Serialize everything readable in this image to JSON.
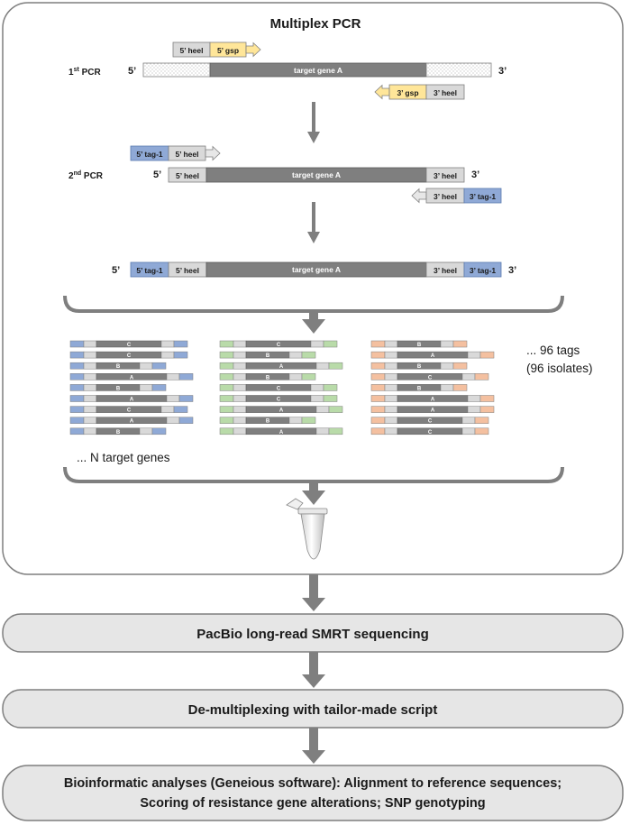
{
  "title": "Multiplex PCR",
  "pcr1": {
    "label_main": "1",
    "label_sup": "st",
    "label_rest": " PCR",
    "end5": "5’",
    "end3": "3’",
    "gene": "target gene A",
    "primer_fwd": {
      "heel": "5’ heel",
      "gsp": "5’ gsp"
    },
    "primer_rev": {
      "gsp": "3’ gsp",
      "heel": "3’ heel"
    }
  },
  "pcr2": {
    "label_main": "2",
    "label_sup": "nd",
    "label_rest": " PCR",
    "end5": "5’",
    "end3": "3’",
    "heel5": "5’ heel",
    "gene": "target gene A",
    "heel3": "3’ heel",
    "primer_fwd": {
      "tag": "5’ tag-1",
      "heel": "5’ heel"
    },
    "primer_rev": {
      "heel": "3’ heel",
      "tag": "3’ tag-1"
    }
  },
  "product": {
    "end5": "5’",
    "end3": "3’",
    "tag5": "5’ tag-1",
    "heel5": "5’ heel",
    "gene": "target gene A",
    "heel3": "3’ heel",
    "tag3": "3’ tag-1"
  },
  "pool": {
    "tags_line1": "... 96 tags",
    "tags_line2": "(96 isolates)",
    "genes_text": "... N target genes",
    "groups": [
      {
        "color": "#8fa9d6",
        "genes": [
          "C",
          "C",
          "B",
          "A",
          "B",
          "A",
          "C",
          "A",
          "B"
        ]
      },
      {
        "color": "#b9dba9",
        "genes": [
          "C",
          "B",
          "A",
          "B",
          "C",
          "C",
          "A",
          "B",
          "A"
        ]
      },
      {
        "color": "#f4c0a0",
        "genes": [
          "B",
          "A",
          "B",
          "C",
          "B",
          "A",
          "A",
          "C",
          "C"
        ]
      }
    ]
  },
  "steps": [
    "PacBio long-read SMRT sequencing",
    "De-multiplexing with tailor-made script"
  ],
  "final_step": {
    "line1": "Bioinformatic analyses (Geneious software): Alignment to reference sequences;",
    "line2": "Scoring of resistance gene alterations; SNP genotyping"
  },
  "colors": {
    "gene": "#7f7f7f",
    "heel": "#d9d9d9",
    "gsp": "#ffe699",
    "tag": "#8fa9d6",
    "arrow": "#7f7f7f",
    "panel_border": "#7f7f7f",
    "step_fill": "#e6e6e6"
  }
}
